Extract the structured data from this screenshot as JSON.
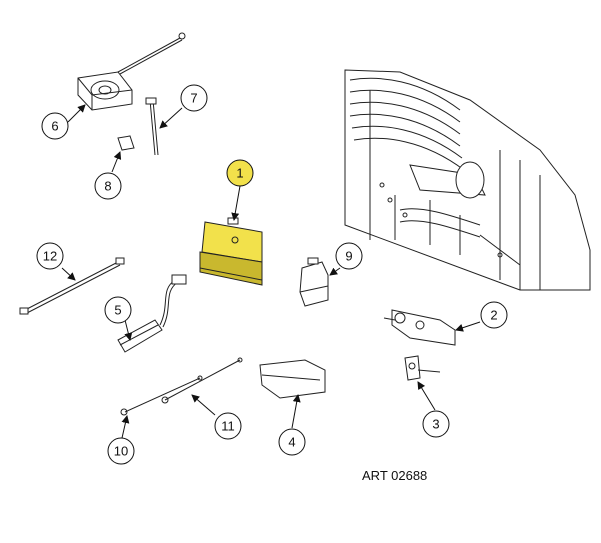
{
  "art_number": "ART 02688",
  "colors": {
    "highlight": "#f2e14b",
    "highlight_dark": "#c9b82e",
    "line": "#222222"
  },
  "callouts": [
    {
      "number": "1",
      "highlighted": true
    },
    {
      "number": "2",
      "highlighted": false
    },
    {
      "number": "3",
      "highlighted": false
    },
    {
      "number": "4",
      "highlighted": false
    },
    {
      "number": "5",
      "highlighted": false
    },
    {
      "number": "6",
      "highlighted": false
    },
    {
      "number": "7",
      "highlighted": false
    },
    {
      "number": "8",
      "highlighted": false
    },
    {
      "number": "9",
      "highlighted": false
    },
    {
      "number": "10",
      "highlighted": false
    },
    {
      "number": "11",
      "highlighted": false
    },
    {
      "number": "12",
      "highlighted": false
    }
  ]
}
